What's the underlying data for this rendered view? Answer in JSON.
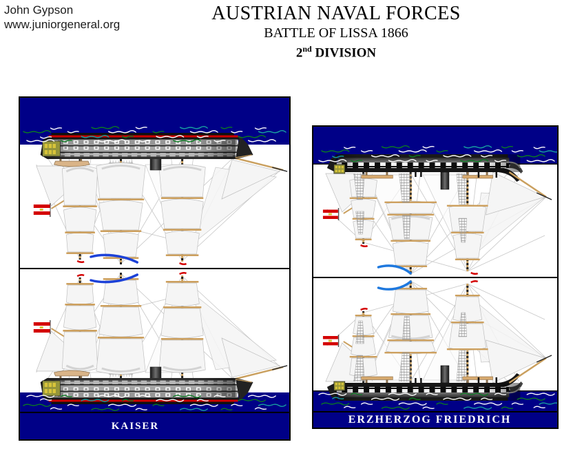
{
  "credit": {
    "name": "John Gypson",
    "website": "www.juniorgeneral.org"
  },
  "header": {
    "title": "AUSTRIAN NAVAL FORCES",
    "subtitle": "BATTLE OF LISSA 1866",
    "division": {
      "number": "2",
      "ordinal": "nd",
      "word": "DIVISION"
    }
  },
  "ships": [
    {
      "name": "KAISER",
      "graphic": "kaiser-ship-of-the-line-side-view"
    },
    {
      "name": "ERZHERZOG FRIEDRICH",
      "graphic": "erzherzog-friedrich-corvette-side-view"
    }
  ],
  "colors": {
    "sea-navy": "#000087",
    "wave-white": "#ffffff",
    "wave-green": "#0b7a22",
    "wave-teal": "#18a0a0",
    "waterline-red": "#cc0000",
    "flag-red": "#d40000",
    "flag-white": "#ffffff",
    "flag-crest-yellow": "#d8c43a",
    "spar-tan": "#cda05e",
    "hull-dark": "#1a1a1a",
    "stern-olive": "#94943a",
    "label-text": "#ffffff",
    "pennant-blue-kaiser": "#1c41d8",
    "pennant-blue-friedrich": "#1e78de",
    "title-text": "#000000",
    "page-background": "#ffffff"
  }
}
